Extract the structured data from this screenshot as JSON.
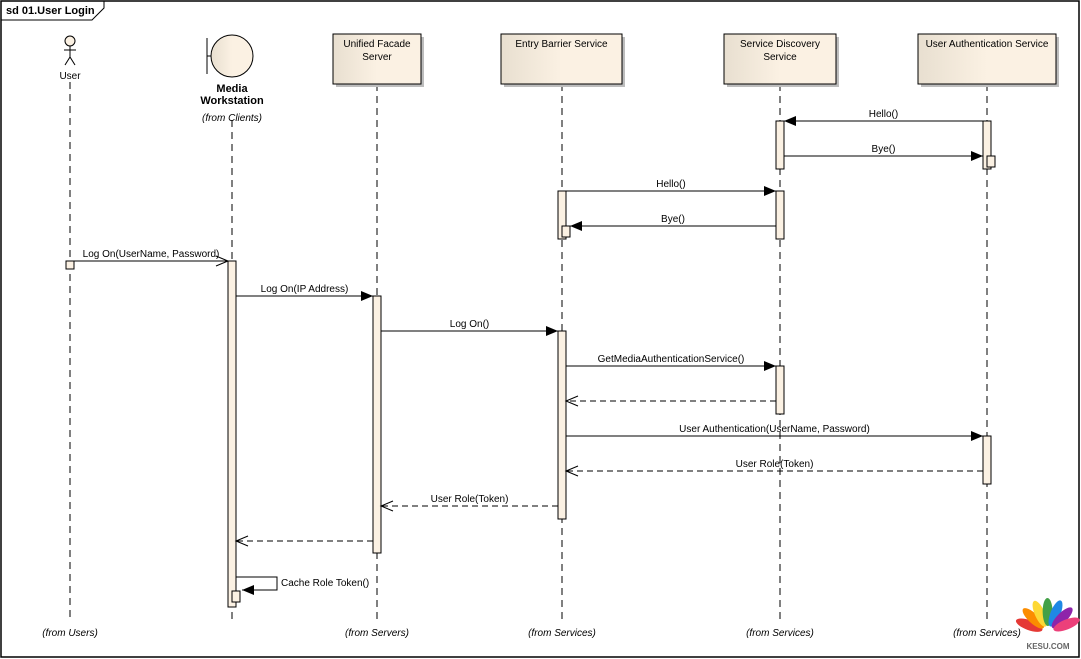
{
  "frame": {
    "title": "sd 01.User Login"
  },
  "lifelines": [
    {
      "id": "user",
      "label": [
        "User"
      ],
      "kind": "actor",
      "bottom_note": "(from Users)"
    },
    {
      "id": "media",
      "label": [
        "Media",
        "Workstation"
      ],
      "kind": "boundary",
      "top_note": "(from Clients)",
      "bottom_note": ""
    },
    {
      "id": "ufs",
      "label": [
        "Unified Facade",
        "Server"
      ],
      "kind": "object",
      "bottom_note": "(from Servers)"
    },
    {
      "id": "ebs",
      "label": [
        "Entry Barrier Service"
      ],
      "kind": "object",
      "bottom_note": "(from Services)"
    },
    {
      "id": "sds",
      "label": [
        "Service Discovery",
        "Service"
      ],
      "kind": "object",
      "bottom_note": "(from Services)"
    },
    {
      "id": "uas",
      "label": [
        "User Authentication Service"
      ],
      "kind": "object",
      "bottom_note": "(from Services)"
    }
  ],
  "messages": [
    {
      "from": "uas",
      "to": "sds",
      "label": "Hello()",
      "type": "sync"
    },
    {
      "from": "sds",
      "to": "uas",
      "label": "Bye()",
      "type": "sync"
    },
    {
      "from": "ebs",
      "to": "sds",
      "label": "Hello()",
      "type": "sync"
    },
    {
      "from": "sds",
      "to": "ebs",
      "label": "Bye()",
      "type": "sync"
    },
    {
      "from": "user",
      "to": "media",
      "label": "Log On(UserName, Password)",
      "type": "async"
    },
    {
      "from": "media",
      "to": "ufs",
      "label": "Log On(IP Address)",
      "type": "sync"
    },
    {
      "from": "ufs",
      "to": "ebs",
      "label": "Log On()",
      "type": "sync"
    },
    {
      "from": "ebs",
      "to": "sds",
      "label": "GetMediaAuthenticationService()",
      "type": "sync"
    },
    {
      "from": "sds",
      "to": "ebs",
      "label": "",
      "type": "return"
    },
    {
      "from": "ebs",
      "to": "uas",
      "label": "User Authentication(UserName, Password)",
      "type": "sync"
    },
    {
      "from": "uas",
      "to": "ebs",
      "label": "User Role(Token)",
      "type": "return"
    },
    {
      "from": "ebs",
      "to": "ufs",
      "label": "User Role(Token)",
      "type": "return"
    },
    {
      "from": "ufs",
      "to": "media",
      "label": "",
      "type": "return"
    },
    {
      "from": "media",
      "to": "media",
      "label": "Cache Role Token()",
      "type": "self"
    }
  ],
  "watermark": {
    "text": "KESU.COM",
    "colors": [
      "#e53935",
      "#fb8c00",
      "#fdd835",
      "#43a047",
      "#1e88e5",
      "#8e24aa",
      "#ec407a"
    ]
  },
  "colors": {
    "fill": "#fbf1e3",
    "stroke": "#000000"
  }
}
